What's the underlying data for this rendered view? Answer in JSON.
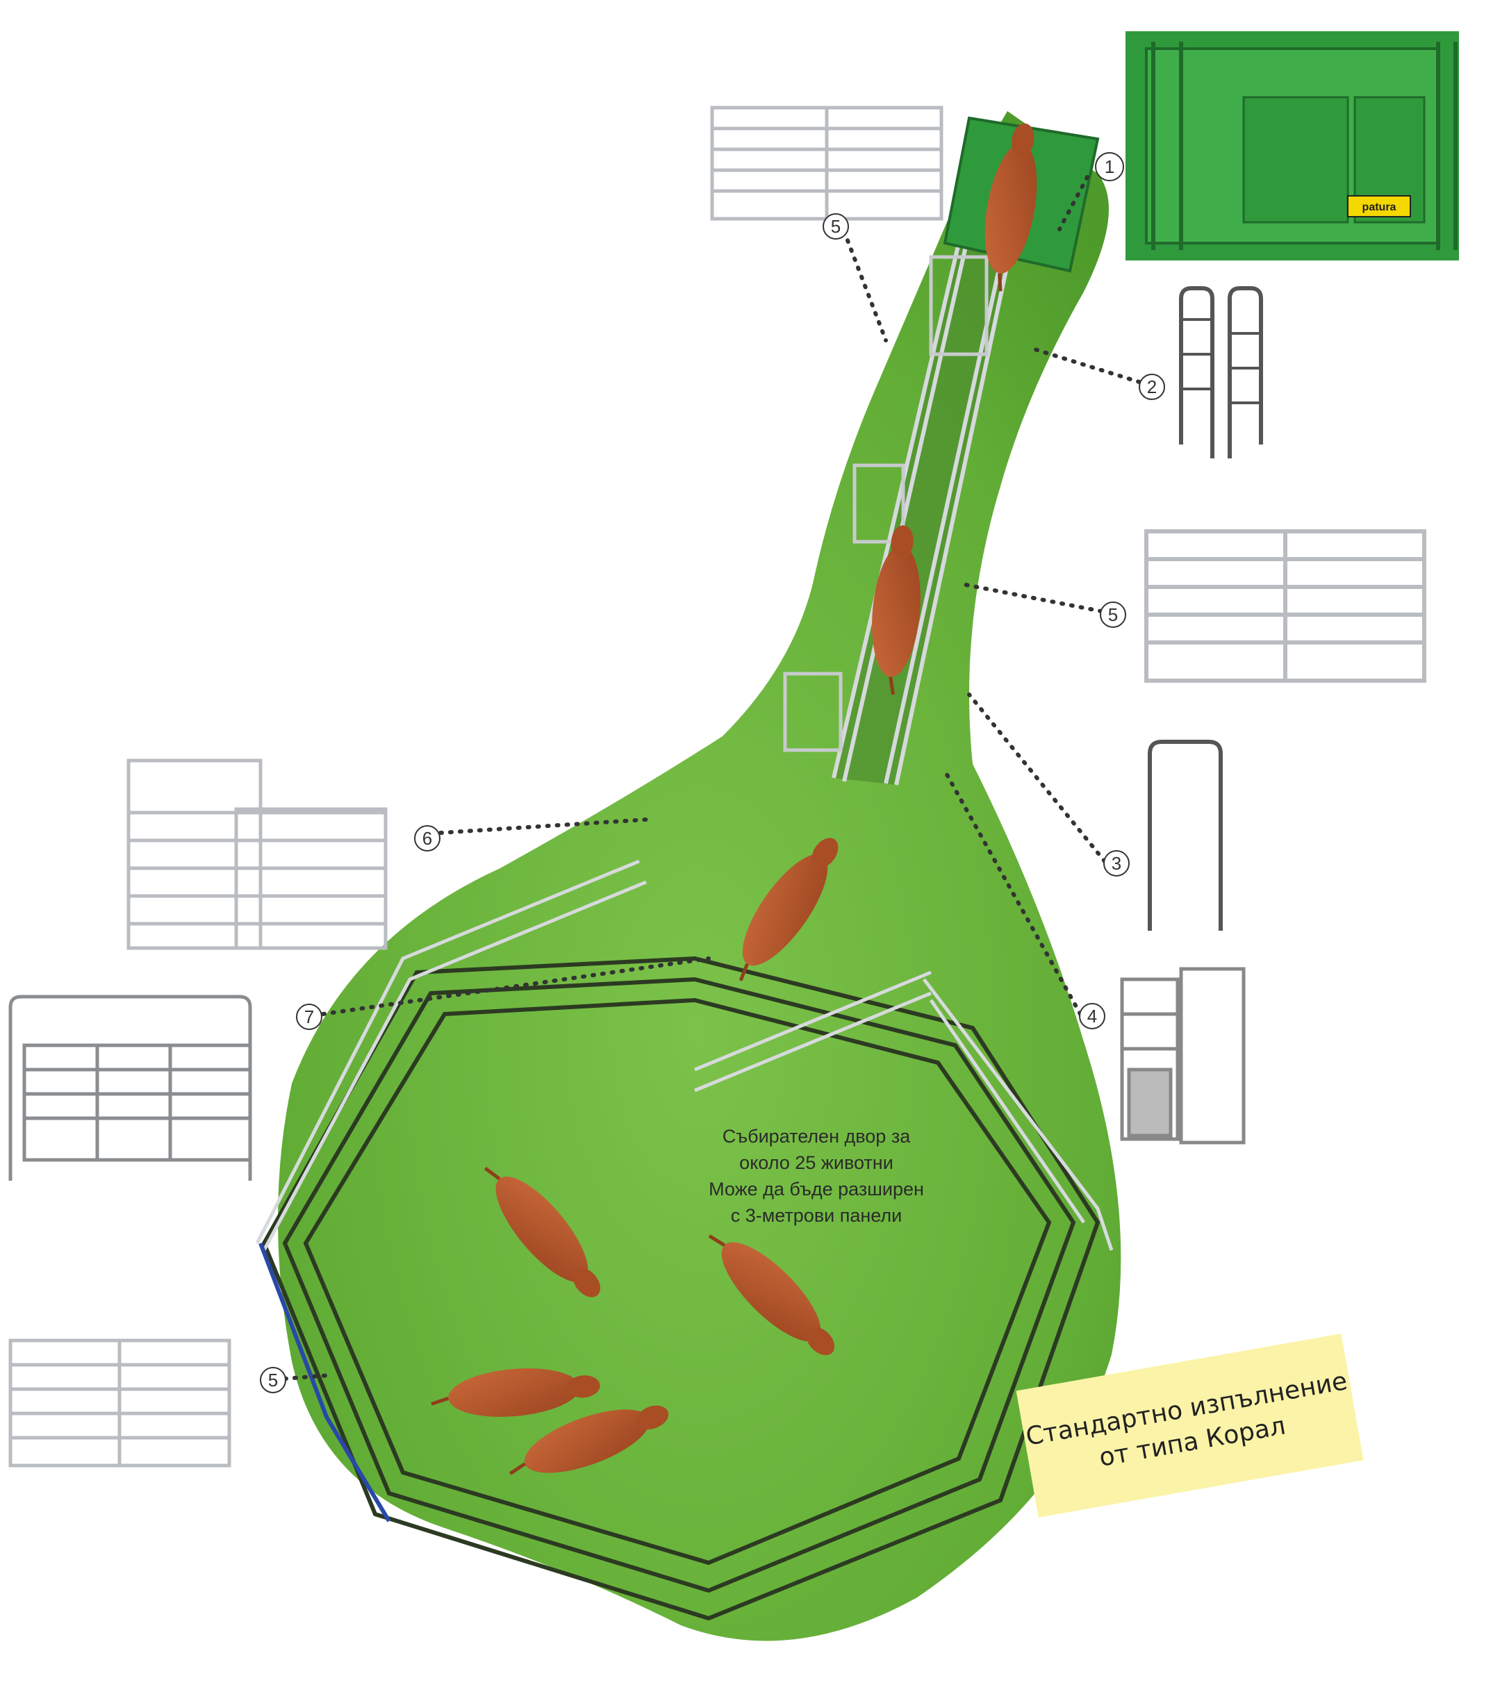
{
  "callouts": {
    "c1": "1",
    "c2": "2",
    "c3": "3",
    "c4": "4",
    "c5_top": "5",
    "c5_right": "5",
    "c5_left": "5",
    "c6": "6",
    "c7": "7"
  },
  "brand": "patura",
  "corral_label": [
    "Събирателен двор за",
    "около 25 животни",
    "Може да бъде разширен",
    "с 3-метрови панели"
  ],
  "note": [
    "Стандартно изпълнение",
    "от типа Корал"
  ],
  "colors": {
    "grass": "#6fb63f",
    "grass_dark": "#4f9a2c",
    "crush_green": "#2f9a3c",
    "cattle": "#b4562a",
    "note_bg": "#fbf3a8",
    "panel_steel": "#b9bcc0"
  }
}
